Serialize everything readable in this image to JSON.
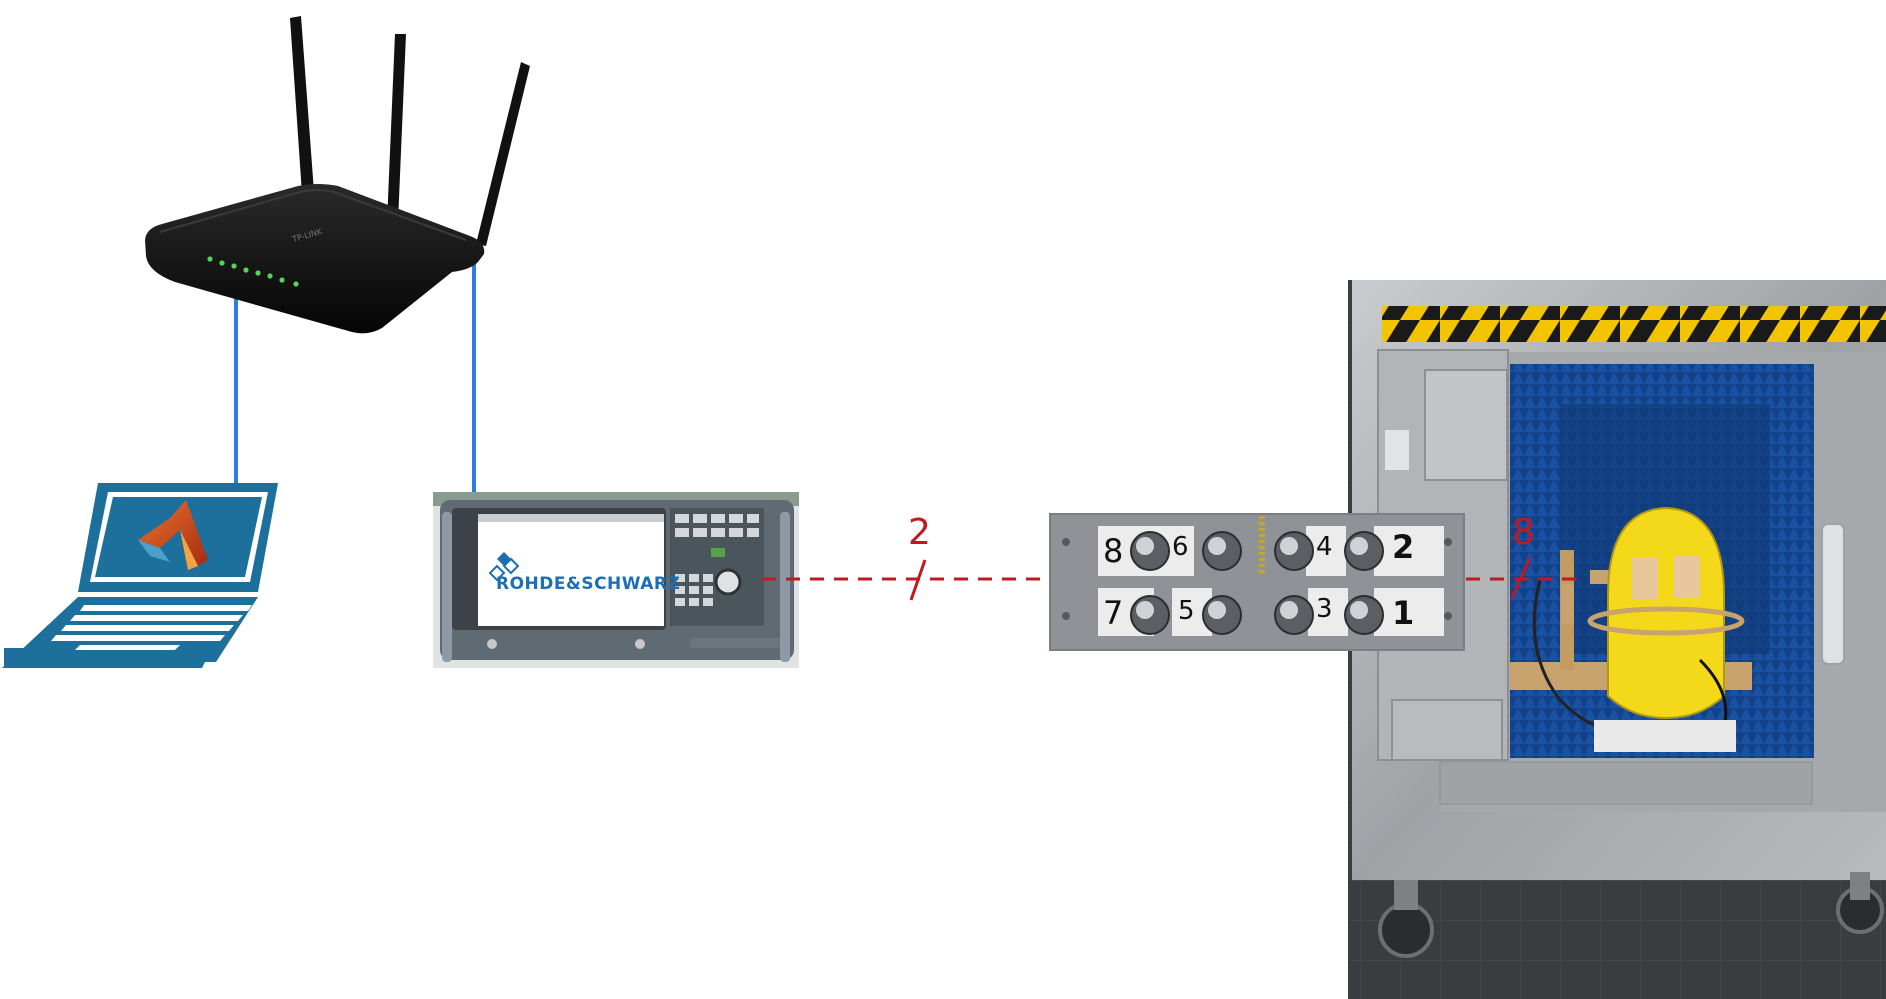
{
  "router": {
    "brand": "TP-LINK"
  },
  "analyzer": {
    "brand": "ROHDE&SCHWARZ"
  },
  "links": [
    {
      "label": "2"
    },
    {
      "label": "8"
    }
  ],
  "feedthrough_panel": {
    "top_row": [
      "8",
      "6",
      "4",
      "2"
    ],
    "bottom_row": [
      "7",
      "5",
      "3",
      "1"
    ]
  },
  "colors": {
    "ethernet_line": "#2b7de9",
    "rf_link": "#c0191e",
    "laptop": "#1d6f9c",
    "hazard_yellow": "#f2c500",
    "phantom_yellow": "#f4d81a",
    "absorber_blue": "#14428a"
  },
  "icons": [
    "router-icon",
    "laptop-icon",
    "matlab-logo-icon",
    "rs-logo-icon"
  ]
}
